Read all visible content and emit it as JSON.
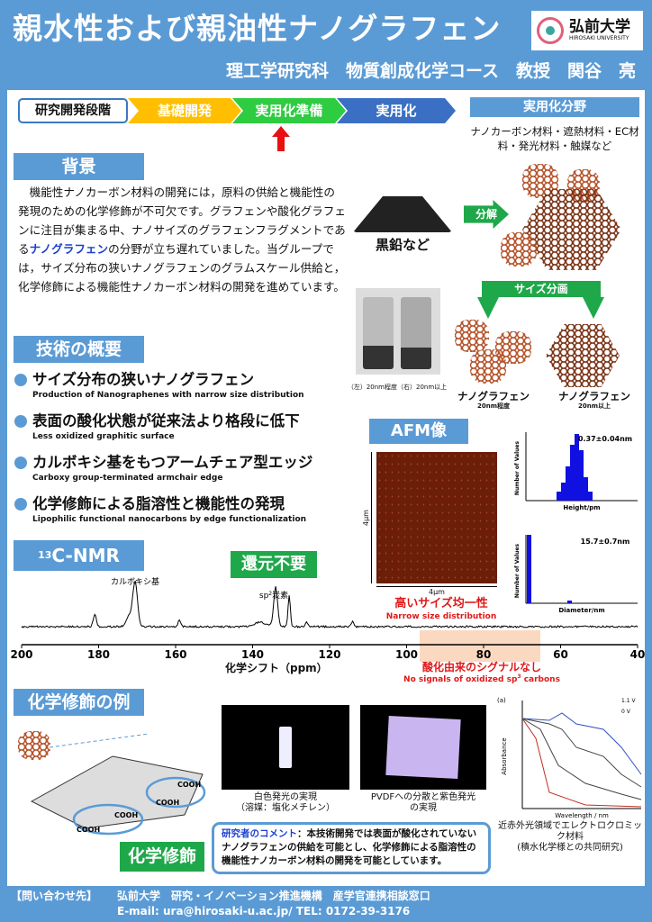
{
  "header": {
    "title": "親水性および親油性ナノグラフェン",
    "logo_jp": "弘前大学",
    "logo_en": "HIROSAKI UNIVERSITY",
    "subtitle": "理工学研究科　物質創成化学コース　教授　関谷　亮"
  },
  "stages": {
    "label": "研究開発段階",
    "items": [
      "基礎開発",
      "実用化準備",
      "実用化"
    ],
    "colors": [
      "#ffbf00",
      "#2ecc40",
      "#3a6fc4"
    ],
    "current": "実用化準備"
  },
  "field": {
    "title": "実用化分野",
    "text": "ナノカーボン材料・遮熱材料・EC材料・発光材料・触媒など"
  },
  "background": {
    "title": "背景",
    "text_before": "機能性ナノカーボン材料の開発には，原料の供給と機能性の発現のための化学修飾が不可欠です。グラフェンや酸化グラフェンに注目が集まる中、ナノサイズのグラフェンフラグメントである",
    "highlight": "ナノグラフェン",
    "text_after": "の分野が立ち遅れていました。当グループでは，サイズ分布の狭いナノグラフェンのグラムスケール供給と，化学修飾による機能性ナノカーボン材料の開発を進めています。"
  },
  "process": {
    "graphite": "黒鉛など",
    "decompose": "分解",
    "fractionate": "サイズ分画",
    "vial_caption": "（左）20nm程度（右）20nm以上",
    "ng_small": "ナノグラフェン",
    "ng_small_size": "20nm程度",
    "ng_large": "ナノグラフェン",
    "ng_large_size": "20nm以上"
  },
  "tech": {
    "title": "技術の概要",
    "items": [
      {
        "jp": "サイズ分布の狭いナノグラフェン",
        "en": "Production of Nanographenes with narrow size distribution"
      },
      {
        "jp": "表面の酸化状態が従来法より格段に低下",
        "en": "Less oxidized graphitic surface"
      },
      {
        "jp": "カルボキシ基をもつアームチェア型エッジ",
        "en": "Carboxy group-terminated armchair edge"
      },
      {
        "jp": "化学修飾による脂溶性と機能性の発現",
        "en": "Lipophilic functional nanocarbons by edge functionalization"
      }
    ]
  },
  "afm": {
    "title": "AFM像",
    "scale_x": "4μm",
    "scale_y": "4μm",
    "caption_jp": "高いサイズ均一性",
    "caption_en": "Narrow size distribution",
    "hist1": {
      "label": "0.37±0.04nm",
      "xlabel": "Height/pm",
      "ylabel": "Number of Values"
    },
    "hist2": {
      "label": "15.7±0.7nm",
      "xlabel": "Diameter/nm",
      "ylabel": "Number of Values"
    }
  },
  "nmr": {
    "title_sup": "13",
    "title": "C-NMR",
    "badge": "還元不要",
    "peak1": "カルボキシ基",
    "peak2_pre": "sp",
    "peak2_sup": "2",
    "peak2_post": "炭素",
    "ticks": [
      "200",
      "180",
      "160",
      "140",
      "120",
      "100",
      "80",
      "60",
      "40"
    ],
    "xlabel": "化学シフト（ppm）",
    "note_jp": "酸化由来のシグナルなし",
    "note_en_pre": "No signals of oxidized sp",
    "note_en_sup": "3",
    "note_en_post": " carbons"
  },
  "chem": {
    "title": "化学修飾の例",
    "cooh": "COOH",
    "badge": "化学修飾",
    "photo1_caption": "白色発光の実現",
    "photo1_sub": "（溶媒：塩化メチレン）",
    "photo2_caption": "PVDFへの分散と紫色発光",
    "photo2_sub": "の実現",
    "spectrum_tag": "(a)",
    "spectrum_xlabel": "Wavelength / nm",
    "spectrum_ylabel": "Absorbance",
    "v_high": "1.1 V",
    "v_low": "0 V",
    "spectrum_caption": "近赤外光領域でエレクトロクロミック材料",
    "spectrum_sub": "(積水化学様との共同研究)"
  },
  "comment": {
    "label": "研究者のコメント",
    "text": "：本技術開発では表面が酸化されていないナノグラフェンの供給を可能とし、化学修飾による脂溶性の機能性ナノカーボン材料の開発を可能としています。"
  },
  "footer": {
    "label": "【問い合わせ先】",
    "org": "弘前大学　研究・イノベーション推進機構　産学官連携相談窓口",
    "contact": "E-mail: ura@hirosaki-u.ac.jp/ TEL: 0172-39-3176"
  }
}
